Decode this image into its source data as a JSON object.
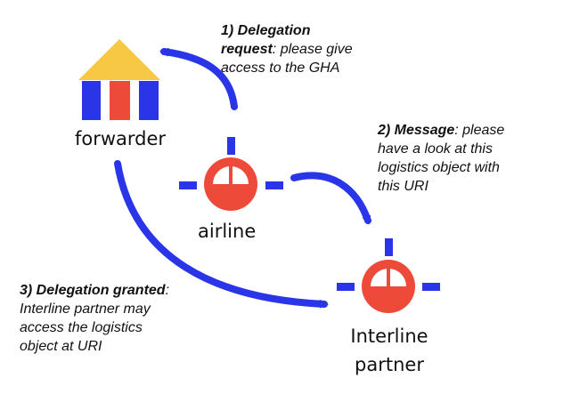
{
  "nodes": {
    "forwarder": {
      "label": "forwarder"
    },
    "airline": {
      "label": "airline"
    },
    "partner": {
      "label_line1": "Interline",
      "label_line2": "partner"
    }
  },
  "notes": {
    "step1": {
      "bold_line1": "1) Delegation",
      "bold_line2": "request",
      "rest_line2": ": please give",
      "line3": "access to the GHA"
    },
    "step2": {
      "bold": "2) Message",
      "rest_line1": ": please",
      "line2": "have a look at this",
      "line3": "logistics object with",
      "line4": "this URI"
    },
    "step3": {
      "bold": "3) Delegation granted",
      "rest_line1": ":",
      "line2": "Interline partner may",
      "line3": "access the logistics",
      "line4": "object at URI"
    }
  },
  "colors": {
    "arrow": "#2a35e8",
    "roof": "#f7c843",
    "pillar_blue": "#2a35e8",
    "pillar_red": "#ee4a3a",
    "node_red": "#ee4a3a"
  },
  "icons": {
    "forwarder": "building-icon",
    "airline": "network-node-icon",
    "partner": "network-node-icon"
  }
}
